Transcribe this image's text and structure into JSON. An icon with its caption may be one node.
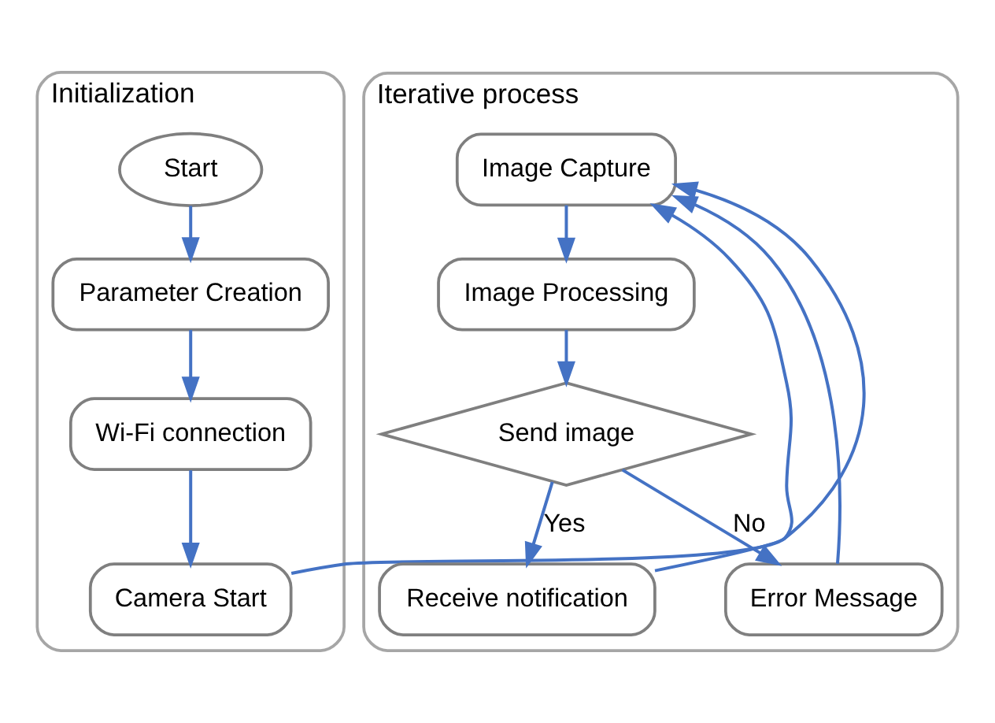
{
  "diagram": {
    "nodes": [
      {
        "text": [
          "Initialization"
        ]
      },
      {
        "text": [
          "Start"
        ],
        "in": 0
      },
      {
        "text": [
          "Parameter Creation"
        ],
        "in": 0
      },
      {
        "text": [
          "Wi-Fi connection"
        ],
        "in": 0
      },
      {
        "text": [
          "Camera Start"
        ],
        "in": 0
      },
      {
        "text": [
          "Iterative process"
        ]
      },
      {
        "text": [
          "Image Capture"
        ],
        "in": 5
      },
      {
        "text": [
          "Image Processing"
        ],
        "in": 5
      },
      {
        "text": [
          "Send image"
        ],
        "in": 5
      },
      {
        "text": [
          "Receive notification"
        ],
        "in": 5
      },
      {
        "text": [
          "Error Message"
        ],
        "in": 5
      }
    ],
    "edges": [
      {
        "from": 1,
        "to": 2,
        "arrow": "to"
      },
      {
        "from": 2,
        "to": 3,
        "arrow": "to"
      },
      {
        "from": 3,
        "to": 4,
        "arrow": "to"
      },
      {
        "from": 4,
        "to": 6,
        "arrow": "to"
      },
      {
        "from": 6,
        "to": 7,
        "arrow": "to"
      },
      {
        "from": 7,
        "to": 8,
        "arrow": "to"
      },
      {
        "from": 8,
        "to": 9,
        "label": "Yes",
        "arrow": "to"
      },
      {
        "from": 8,
        "to": 10,
        "label": "No",
        "arrow": "to"
      },
      {
        "from": 9,
        "to": 6,
        "arrow": "to"
      },
      {
        "from": 10,
        "to": 6,
        "arrow": "to"
      }
    ]
  }
}
